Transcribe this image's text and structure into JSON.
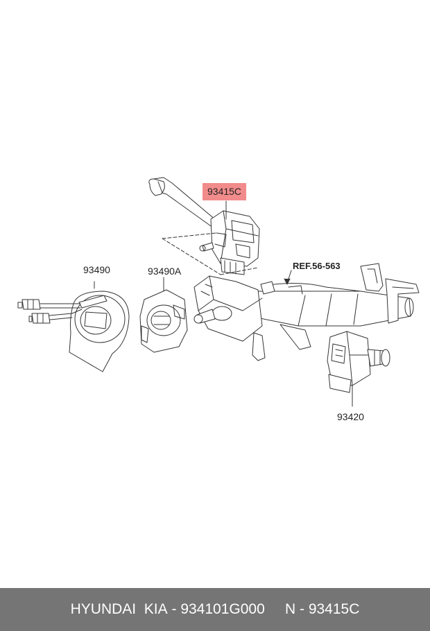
{
  "callouts": {
    "switch_assembly": "93415C",
    "clock_spring": "93490",
    "clock_spring_alt": "93490A",
    "reference": "REF.56-563",
    "wiper_switch": "93420"
  },
  "colors": {
    "highlight": "#f28b8b",
    "footer_bg": "#757575",
    "footer_text": "#ffffff",
    "line": "#333333"
  },
  "footer": {
    "brand": "HYUNDAI  KIA",
    "sep1": " - ",
    "part_number": "934101G000",
    "gap": "     ",
    "n_label": "N",
    "sep2": " - ",
    "n_value": "93415C"
  }
}
